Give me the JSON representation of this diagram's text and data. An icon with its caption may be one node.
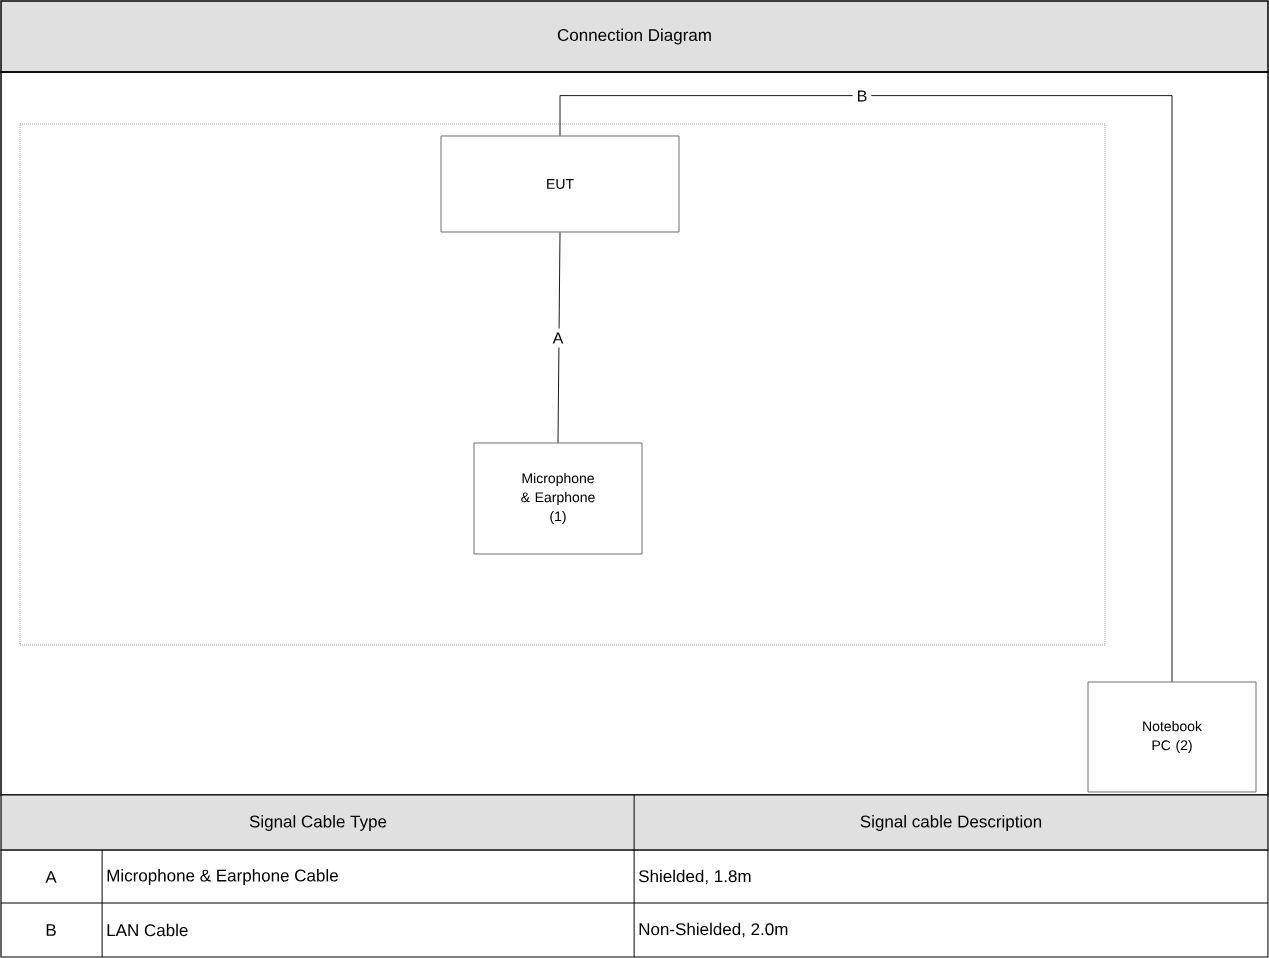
{
  "diagram": {
    "title": "Connection Diagram",
    "nodes": [
      {
        "text": [],
        "shape": "box"
      },
      {
        "text": [
          "EUT"
        ],
        "in": 0
      },
      {
        "text": [
          "Microphone & Earphone (1)"
        ],
        "in": 0
      },
      {
        "text": [
          "Notebook PC (2)"
        ]
      }
    ],
    "edges": [
      {
        "from": 1,
        "to": 2,
        "arrow": "none",
        "label": "A"
      },
      {
        "from": 1,
        "to": 3,
        "arrow": "none",
        "label": "B"
      }
    ],
    "labels": [
      "Signal Cable Type",
      "Signal cable Description",
      "A",
      "Microphone & Earphone Cable",
      "Shielded, 1.8m",
      "B",
      "LAN Cable",
      "Non-Shielded, 2.0m"
    ]
  }
}
